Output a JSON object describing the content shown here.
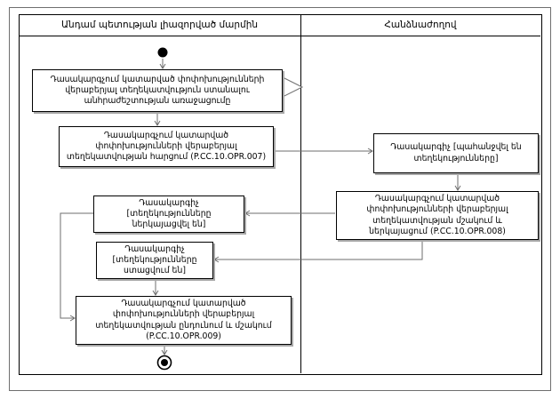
{
  "lanes": {
    "left": "Անդամ պետության լիազորված մարմին",
    "right": "Հանձնաժողով"
  },
  "nodes": {
    "start_need": "Դասակարգչում կատարված փոփոխությունների վերաբերյալ տեղեկատվություն ստանալու անհրաժեշտության առաջացումը",
    "request_info": "Դասակարգչում կատարված փոփոխությունների վերաբերյալ տեղեկատվության հարցում (P.CC.10.OPR.007)",
    "state_requested": "Դասակարգիչ [պահանջվել են տեղեկությունները]",
    "process_present": "Դասակարգչում կատարված փոփոխությունների վերաբերյալ տեղեկատվության մշակում և ներկայացում (P.CC.10.OPR.008)",
    "state_presented": "Դասակարգիչ [տեղեկությունները ներկայացվել են]",
    "state_received": "Դասակարգիչ [տեղեկությունները ստացվում են]",
    "receive_process": "Դասակարգչում կատարված փոփոխությունների վերաբերյալ տեղեկատվության ընդունում և մշակում (P.CC.10.OPR.009)"
  },
  "colors": {
    "box_border": "#000000",
    "connector": "#6e6e6e",
    "node_fill": "#000000"
  }
}
